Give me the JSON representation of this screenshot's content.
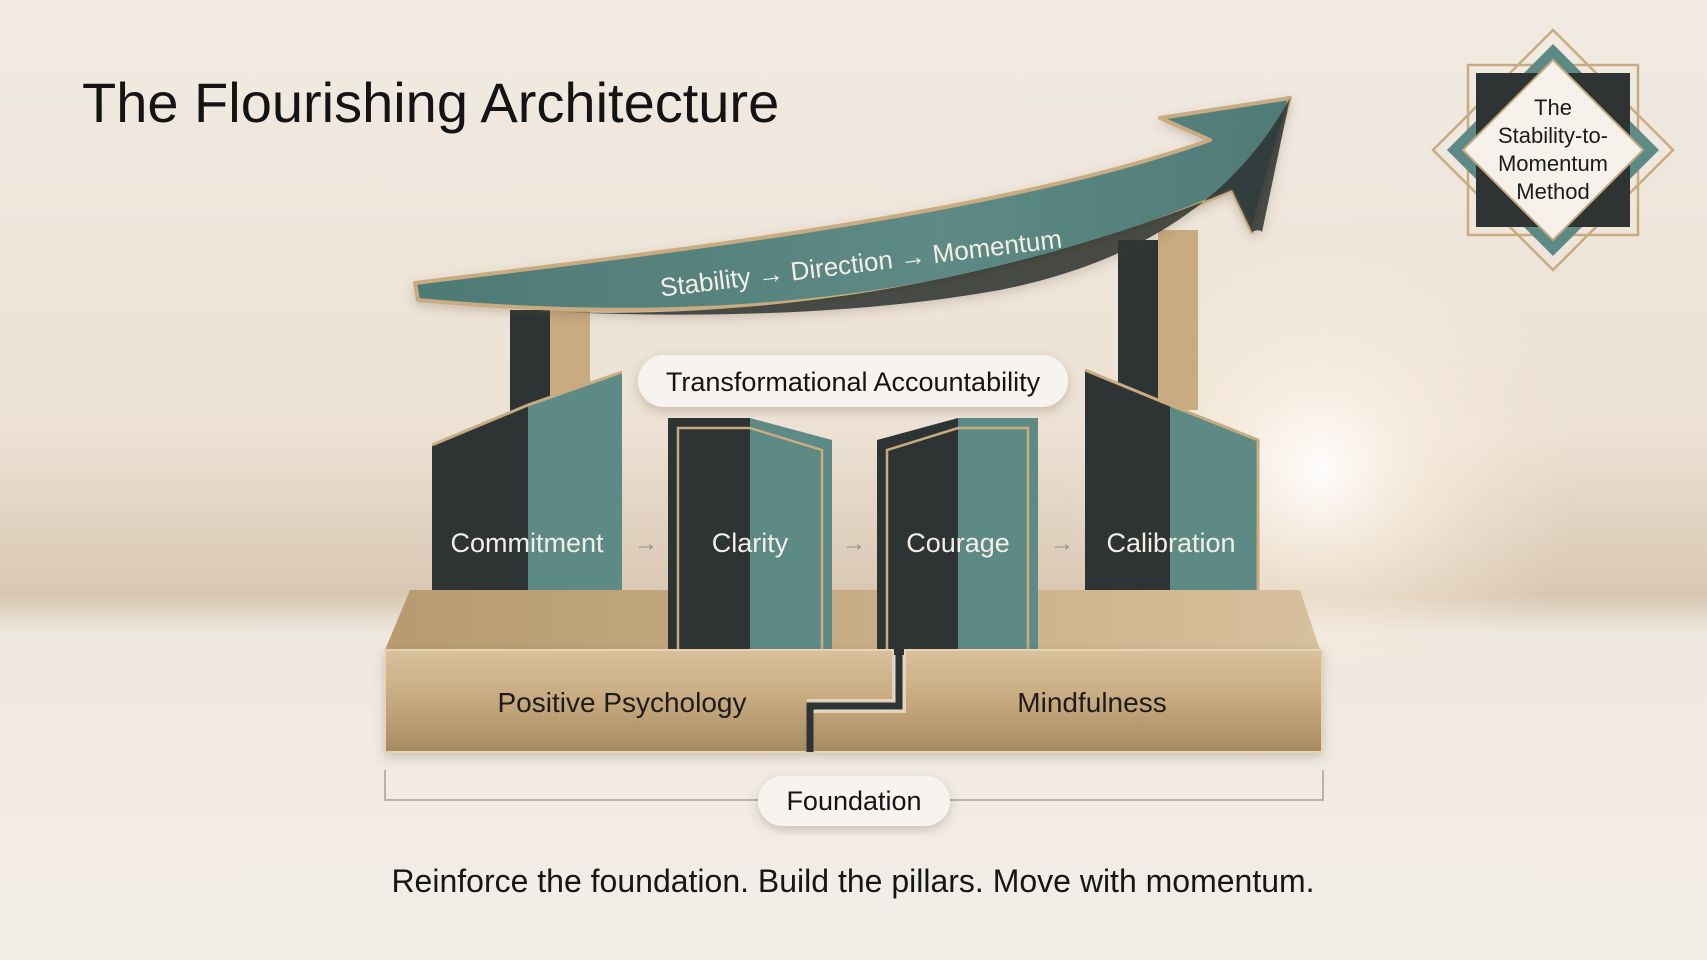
{
  "title": "The Flourishing Architecture",
  "badge": {
    "lines": [
      "The",
      "Stability-to-",
      "Momentum",
      "Method"
    ]
  },
  "arrow_label": "Stability → Direction → Momentum",
  "accountability_label": "Transformational Accountability",
  "pillars": [
    {
      "label": "Commitment"
    },
    {
      "label": "Clarity"
    },
    {
      "label": "Courage"
    },
    {
      "label": "Calibration"
    }
  ],
  "pillar_separator": "→",
  "base": {
    "left": "Positive Psychology",
    "right": "Mindfulness"
  },
  "foundation_label": "Foundation",
  "tagline": "Reinforce the foundation. Build the pillars. Move with momentum.",
  "colors": {
    "teal": "#5e8a86",
    "dark": "#2d3433",
    "gold": "#c8ab80",
    "background": "#efe7dc"
  }
}
